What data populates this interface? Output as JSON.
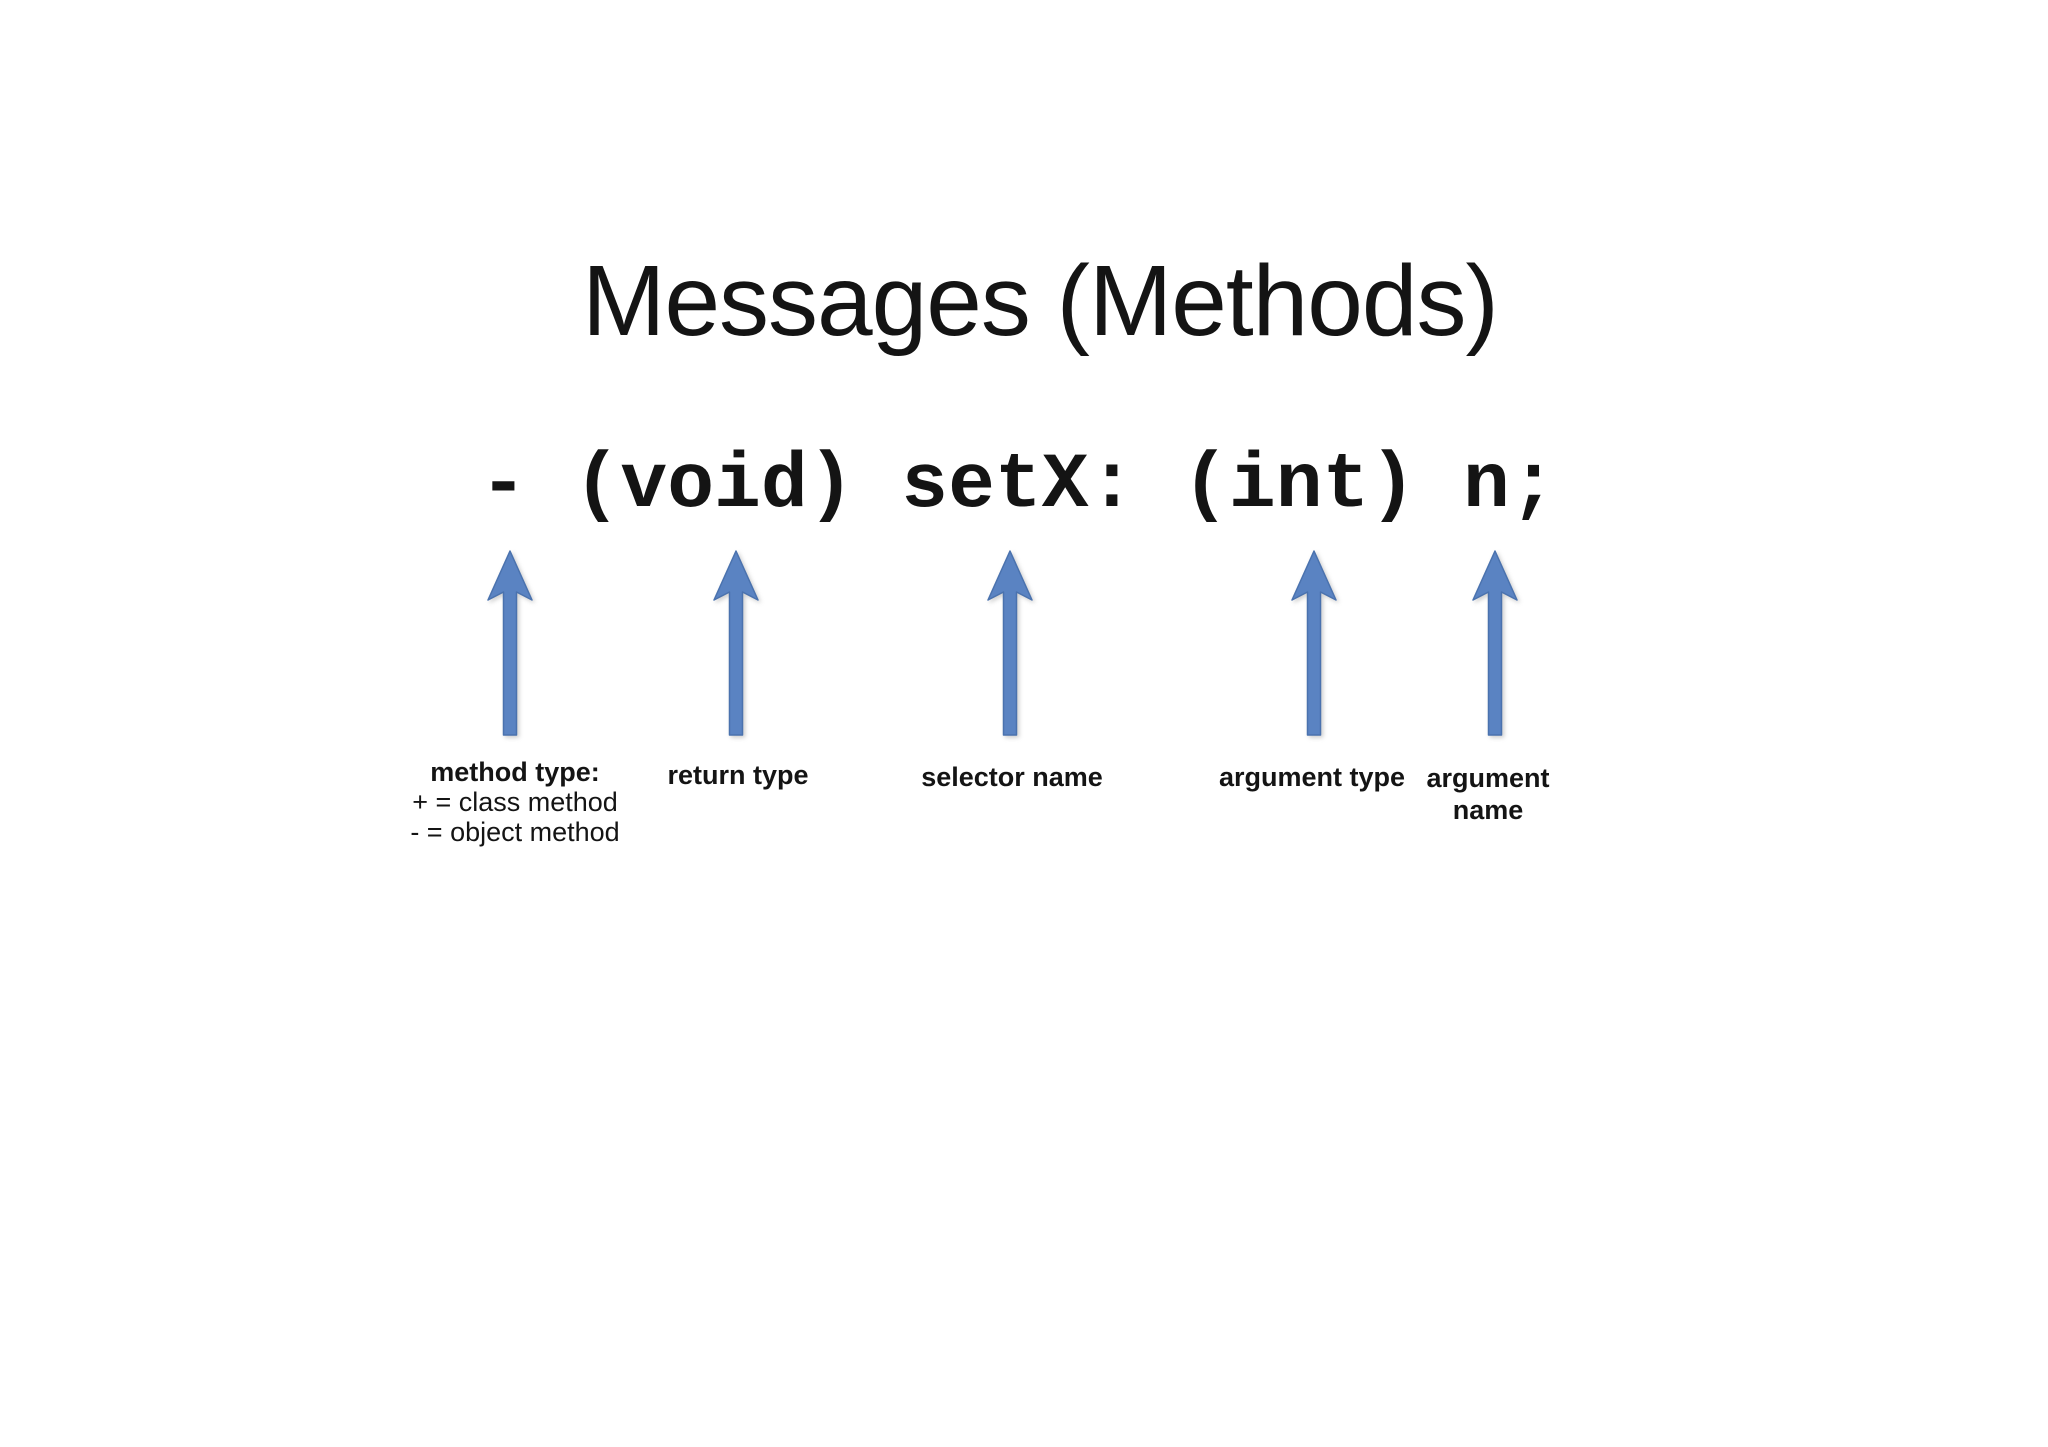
{
  "slide": {
    "title": "Messages (Methods)",
    "code_line": "- (void) setX: (int) n;",
    "annotations": [
      {
        "label": "method type:",
        "sublines": [
          "+ = class method",
          "- = object method"
        ]
      },
      {
        "label": "return type"
      },
      {
        "label": "selector name"
      },
      {
        "label": "argument type"
      },
      {
        "label": "argument name"
      }
    ],
    "colors": {
      "background": "#ffffff",
      "text": "#141414",
      "arrow_fill": "#5a83c2",
      "arrow_outline": "#4a72ae"
    }
  }
}
